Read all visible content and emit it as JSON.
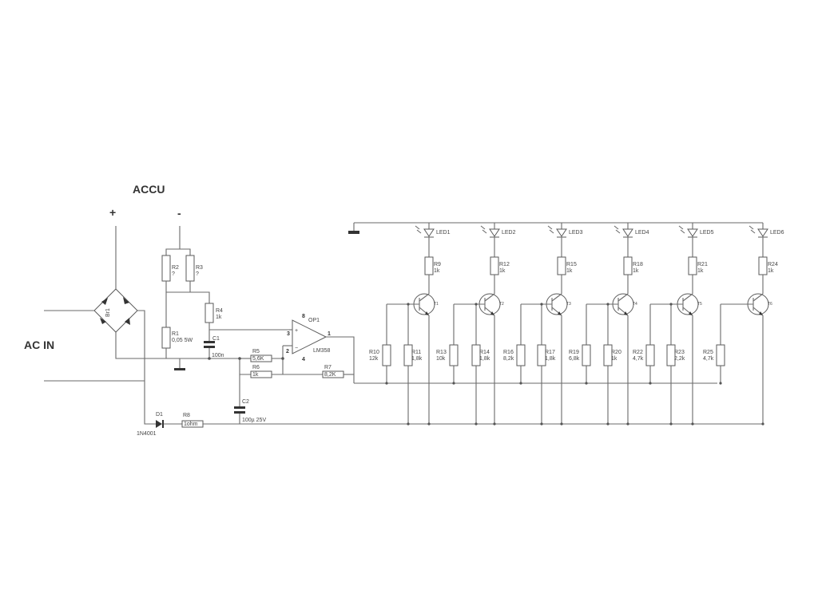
{
  "labels": {
    "accu": "ACCU",
    "plus": "+",
    "minus": "-",
    "ac_in": "AC IN",
    "bridge": "Br1",
    "opamp_name": "OP1",
    "opamp_part": "LM358",
    "pin8": "8",
    "pin3": "3",
    "pin2": "2",
    "pin4": "4",
    "pin1": "1"
  },
  "components": {
    "r1": {
      "name": "R1",
      "value": "0,05 5W"
    },
    "r2": {
      "name": "R2",
      "value": "?"
    },
    "r3": {
      "name": "R3",
      "value": "?"
    },
    "r4": {
      "name": "R4",
      "value": "1k"
    },
    "c1": {
      "name": "C1",
      "value": "100n"
    },
    "r5": {
      "name": "R5",
      "value": "5,6K"
    },
    "r6": {
      "name": "R6",
      "value": "1k"
    },
    "r7": {
      "name": "R7",
      "value": "8,2K"
    },
    "c2": {
      "name": "C2",
      "value": "100µ 25V"
    },
    "d1": {
      "name": "D1",
      "value": "1N4001"
    },
    "r8": {
      "name": "R8",
      "value": "1ohm"
    }
  },
  "stages": [
    {
      "led": "LED1",
      "rc": "R9",
      "rc_val": "1k",
      "t": "T1",
      "rdiv_a": "R10",
      "rdiv_a_val": "12k",
      "rdiv_b": "R11",
      "rdiv_b_val": "1,8k"
    },
    {
      "led": "LED2",
      "rc": "R12",
      "rc_val": "1k",
      "t": "T2",
      "rdiv_a": "R13",
      "rdiv_a_val": "10k",
      "rdiv_b": "R14",
      "rdiv_b_val": "1,8k"
    },
    {
      "led": "LED3",
      "rc": "R15",
      "rc_val": "1k",
      "t": "T3",
      "rdiv_a": "R16",
      "rdiv_a_val": "8,2k",
      "rdiv_b": "R17",
      "rdiv_b_val": "1,8k"
    },
    {
      "led": "LED4",
      "rc": "R18",
      "rc_val": "1k",
      "t": "T4",
      "rdiv_a": "R19",
      "rdiv_a_val": "6,8k",
      "rdiv_b": "R20",
      "rdiv_b_val": "1k"
    },
    {
      "led": "LED5",
      "rc": "R21",
      "rc_val": "1k",
      "t": "T5",
      "rdiv_a": "R22",
      "rdiv_a_val": "4,7k",
      "rdiv_b": "R23",
      "rdiv_b_val": "2,2k"
    },
    {
      "led": "LED6",
      "rc": "R24",
      "rc_val": "1k",
      "t": "T6",
      "rdiv_a": "R25",
      "rdiv_a_val": "4,7k",
      "rdiv_b": "",
      "rdiv_b_val": ""
    }
  ]
}
